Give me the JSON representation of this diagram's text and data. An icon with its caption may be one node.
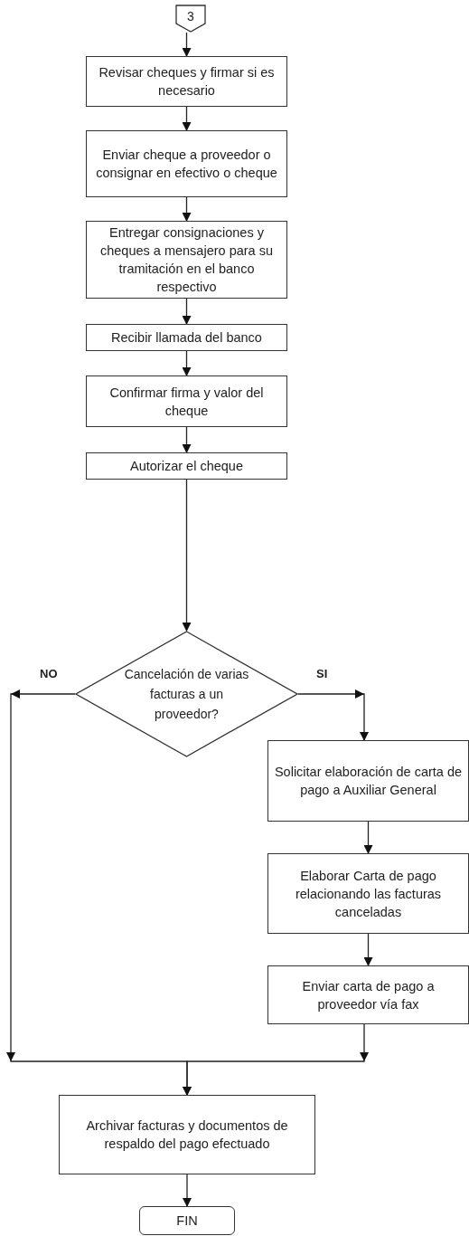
{
  "diagram": {
    "nodes": [
      {
        "text": [
          "3"
        ]
      },
      {
        "text": [
          "Revisar cheques y firmar si es necesario"
        ]
      },
      {
        "text": [
          "Enviar cheque a proveedor o consignar en efectivo o cheque"
        ]
      },
      {
        "text": [
          "Entregar consignaciones y cheques a mensajero para su tramitación en el banco respectivo"
        ]
      },
      {
        "text": [
          "Recibir llamada del banco"
        ]
      },
      {
        "text": [
          "Confirmar firma y valor del cheque"
        ]
      },
      {
        "text": [
          "Autorizar el cheque"
        ]
      },
      {
        "text": [
          "Cancelación de varias facturas a un proveedor?"
        ]
      },
      {
        "text": [
          "Solicitar elaboración de carta de pago a Auxiliar General"
        ]
      },
      {
        "text": [
          "Elaborar Carta de pago relacionando las facturas canceladas"
        ]
      },
      {
        "text": [
          "Enviar carta de pago a proveedor vía fax"
        ]
      },
      {
        "text": [
          "Archivar facturas y documentos de respaldo del pago efectuado"
        ]
      },
      {
        "text": [
          "FIN"
        ]
      }
    ],
    "edges": [
      {
        "from": 0,
        "to": 1,
        "arrow": "to"
      },
      {
        "from": 1,
        "to": 2,
        "arrow": "to"
      },
      {
        "from": 2,
        "to": 3,
        "arrow": "to"
      },
      {
        "from": 3,
        "to": 4,
        "arrow": "to"
      },
      {
        "from": 4,
        "to": 5,
        "arrow": "to"
      },
      {
        "from": 5,
        "to": 6,
        "arrow": "to"
      },
      {
        "from": 6,
        "to": 7,
        "arrow": "to"
      },
      {
        "from": 7,
        "to": 8,
        "arrow": "to",
        "label": "SI"
      },
      {
        "from": 7,
        "to": 11,
        "arrow": "to",
        "label": "NO"
      },
      {
        "from": 8,
        "to": 9,
        "arrow": "to"
      },
      {
        "from": 9,
        "to": 10,
        "arrow": "to"
      },
      {
        "from": 10,
        "to": 11,
        "arrow": "to"
      },
      {
        "from": 11,
        "to": 12,
        "arrow": "to"
      }
    ]
  }
}
